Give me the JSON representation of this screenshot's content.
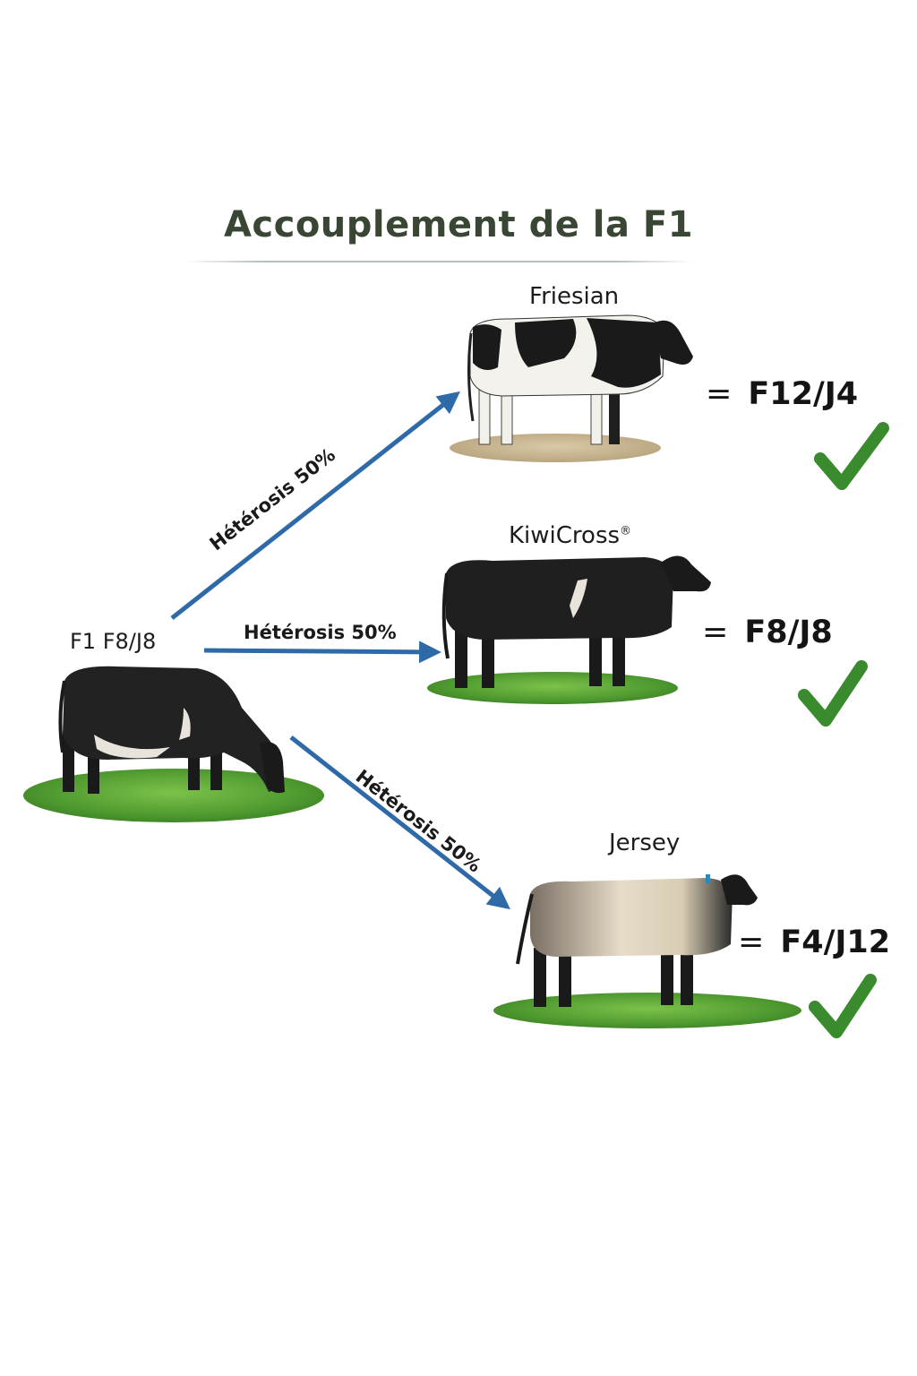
{
  "title": "Accouplement de la F1",
  "source": {
    "label": "F1 F8/J8"
  },
  "crosses": [
    {
      "breed": "Friesian",
      "heterosis": "Hétérosis 50%",
      "result": "F12/J4",
      "equals": "=",
      "status": "check-icon"
    },
    {
      "breed": "KiwiCross",
      "breed_mark": "®",
      "heterosis": "Hétérosis 50%",
      "result": "F8/J8",
      "equals": "=",
      "status": "check-icon"
    },
    {
      "breed": "Jersey",
      "heterosis": "Hétérosis 50%",
      "result": "F4/J12",
      "equals": "=",
      "status": "check-icon"
    }
  ],
  "colors": {
    "arrow": "#2f6aa8",
    "check": "#3a8a2e",
    "title": "#3a4634",
    "grass": "#5fa83a"
  }
}
